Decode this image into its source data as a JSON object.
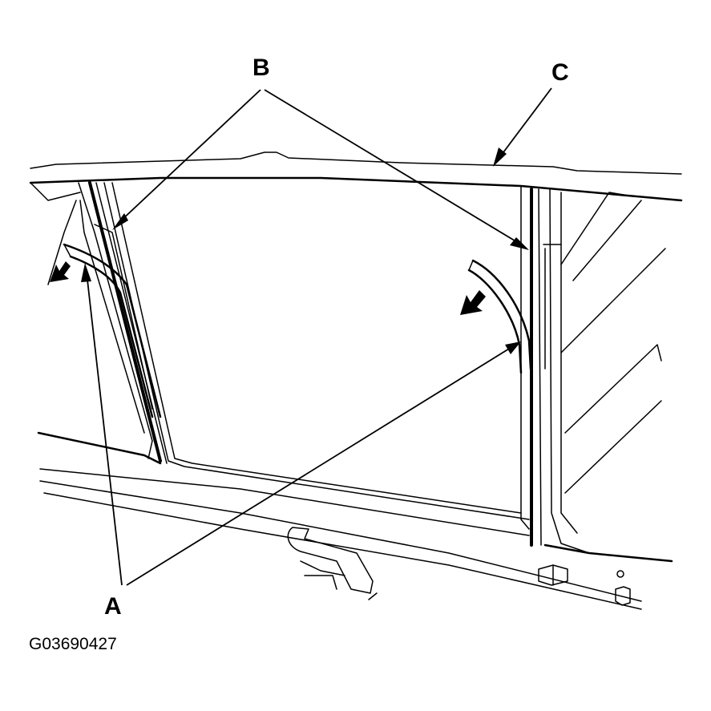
{
  "callouts": {
    "a": "A",
    "b": "B",
    "c": "C"
  },
  "figure_id": "G03690427",
  "colors": {
    "line": "#000000",
    "background": "#ffffff"
  }
}
